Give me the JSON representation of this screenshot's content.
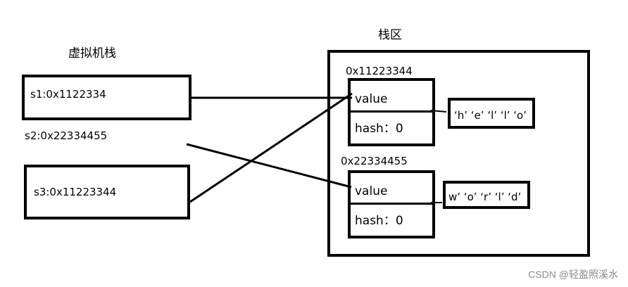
{
  "vm_stack": {
    "title": "虚拟机栈",
    "slots": [
      {
        "label": "s1:0x1122334"
      },
      {
        "label": "s2:0x22334455"
      },
      {
        "label": "s3:0x11223344"
      }
    ]
  },
  "heap": {
    "title": "栈区",
    "objects": [
      {
        "address": "0x11223344",
        "value_label": "value",
        "hash_label": "hash：0",
        "chars": "‘h’ ‘e’ ‘l’ ‘l’ ‘o’"
      },
      {
        "address": "0x22334455",
        "value_label": "value",
        "hash_label": "hash：0",
        "chars": "w’ ‘o’ ‘r’ ‘l’ ‘d’"
      }
    ]
  },
  "watermark": "CSDN @轻盈照溪水"
}
